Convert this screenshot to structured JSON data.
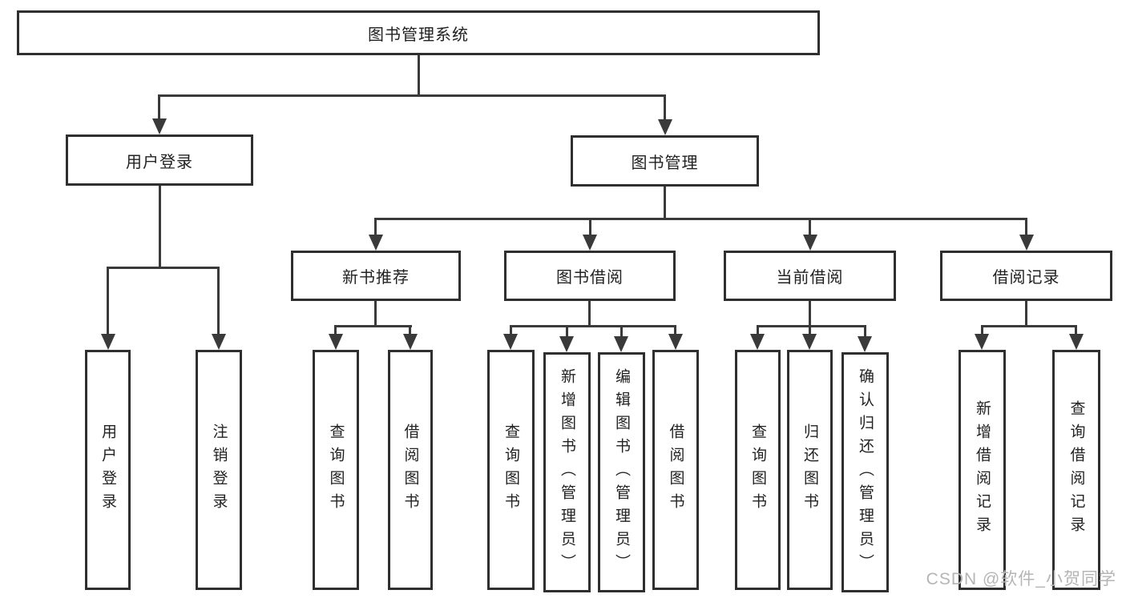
{
  "diagram": {
    "root_label": "图书管理系统",
    "user_login": {
      "label": "用户登录",
      "children": [
        {
          "label": "用户登录"
        },
        {
          "label": "注销登录"
        }
      ]
    },
    "book_mgmt": {
      "label": "图书管理",
      "sections": [
        {
          "label": "新书推荐",
          "children": [
            {
              "label": "查询图书"
            },
            {
              "label": "借阅图书"
            }
          ]
        },
        {
          "label": "图书借阅",
          "children": [
            {
              "label": "查询图书"
            },
            {
              "label": "新增图书（管理员）"
            },
            {
              "label": "编辑图书（管理员）"
            },
            {
              "label": "借阅图书"
            }
          ]
        },
        {
          "label": "当前借阅",
          "children": [
            {
              "label": "查询图书"
            },
            {
              "label": "归还图书"
            },
            {
              "label": "确认归还（管理员）"
            }
          ]
        },
        {
          "label": "借阅记录",
          "children": [
            {
              "label": "新增借阅记录"
            },
            {
              "label": "查询借阅记录"
            }
          ]
        }
      ]
    }
  },
  "watermark": {
    "text": "CSDN @软件_小贺同学"
  },
  "colors": {
    "line": "#3a3a3a",
    "border": "#2f2f2f",
    "text": "#222222",
    "background": "#ffffff",
    "watermark": "#b5b5b5"
  }
}
